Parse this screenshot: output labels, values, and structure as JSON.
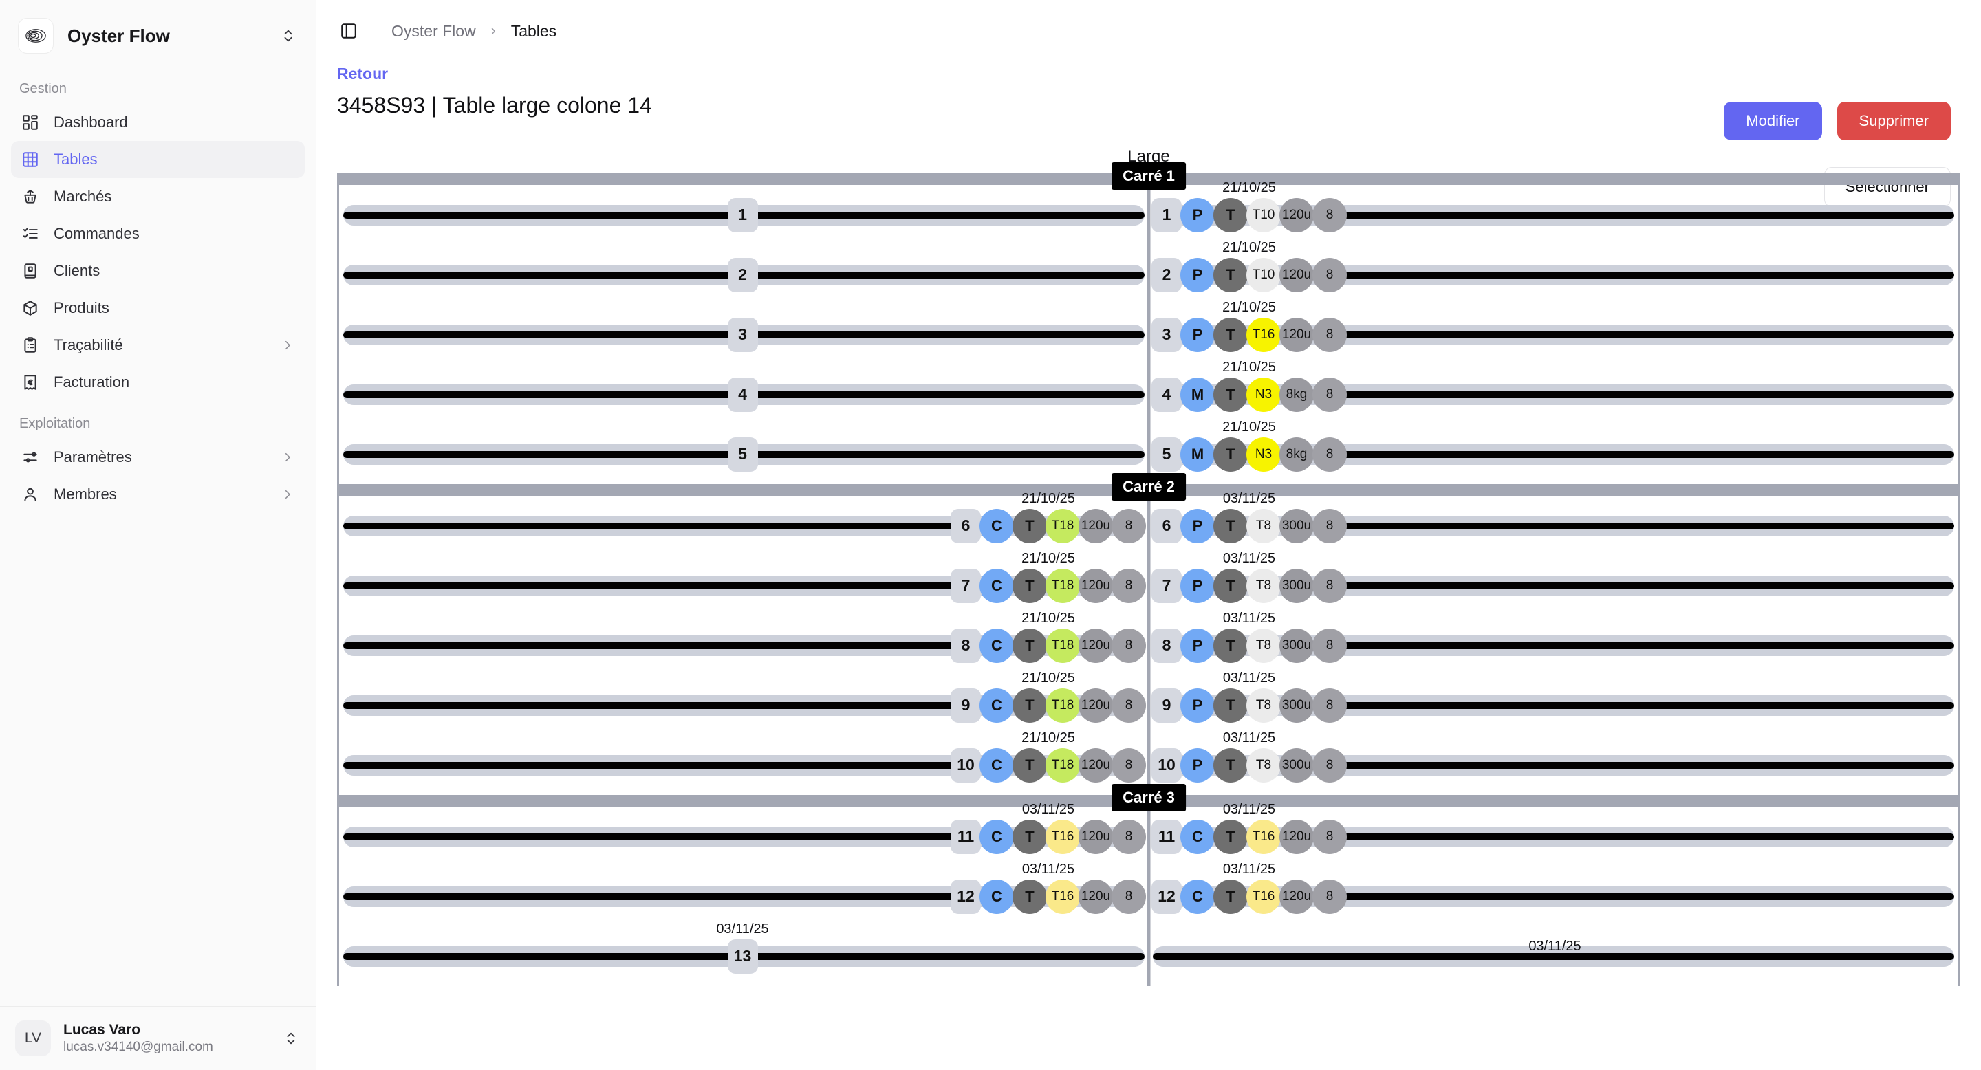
{
  "sidebar": {
    "brand": {
      "name": "Oyster Flow",
      "logo_icon": "oyster-icon",
      "switch_icon": "chevrons-up-down-icon"
    },
    "sections": [
      {
        "label": "Gestion",
        "items": [
          {
            "label": "Dashboard",
            "icon": "dashboard-icon",
            "active": false,
            "caret": false
          },
          {
            "label": "Tables",
            "icon": "table-icon",
            "active": true,
            "caret": false
          },
          {
            "label": "Marchés",
            "icon": "basket-icon",
            "active": false,
            "caret": false
          },
          {
            "label": "Commandes",
            "icon": "list-check-icon",
            "active": false,
            "caret": false
          },
          {
            "label": "Clients",
            "icon": "contact-book-icon",
            "active": false,
            "caret": false
          },
          {
            "label": "Produits",
            "icon": "package-icon",
            "active": false,
            "caret": false
          },
          {
            "label": "Traçabilité",
            "icon": "clipboard-icon",
            "active": false,
            "caret": true
          },
          {
            "label": "Facturation",
            "icon": "receipt-euro-icon",
            "active": false,
            "caret": false
          }
        ]
      },
      {
        "label": "Exploitation",
        "items": [
          {
            "label": "Paramètres",
            "icon": "sliders-icon",
            "active": false,
            "caret": true
          },
          {
            "label": "Membres",
            "icon": "user-icon",
            "active": false,
            "caret": true
          }
        ]
      }
    ],
    "user": {
      "initials": "LV",
      "name": "Lucas Varo",
      "email": "lucas.v34140@gmail.com",
      "menu_icon": "chevrons-up-down-icon"
    }
  },
  "topbar": {
    "panel_toggle_icon": "panel-left-icon",
    "breadcrumb": {
      "root": "Oyster Flow",
      "separator": "›",
      "current": "Tables"
    }
  },
  "header": {
    "back_label": "Retour",
    "title": "3458S93 | Table large colone 14",
    "buttons": {
      "edit": "Modifier",
      "delete": "Supprimer",
      "select": "Sélectionner"
    }
  },
  "plan": {
    "label": "Large",
    "colors": {
      "frame": "#a3a7b3",
      "track": "#ccd0da",
      "bar": "#000000",
      "accent": "#6366f1",
      "danger": "#dd4a48",
      "badge_blue": "#72a9f5",
      "badge_dark": "#6f6f6f",
      "badge_light": "#ebebeb",
      "badge_yellow": "#f7f300",
      "badge_yellow_soft": "#fae98a",
      "badge_green": "#c5ea5f",
      "badge_gray": "#9a9aa0"
    },
    "carres": [
      {
        "label": "Carré 1",
        "rows": [
          {
            "n": "1",
            "left": {
              "pills": []
            },
            "right": {
              "date": "21/10/25",
              "pills": [
                {
                  "t": "1",
                  "k": "sq"
                },
                {
                  "t": "P",
                  "k": "blue"
                },
                {
                  "t": "T",
                  "k": "dark"
                },
                {
                  "t": "T10",
                  "k": "light",
                  "sm": true
                },
                {
                  "t": "120u",
                  "k": "gray",
                  "sm": true
                },
                {
                  "t": "8",
                  "k": "gray2",
                  "sm": true
                }
              ]
            }
          },
          {
            "n": "2",
            "left": {
              "pills": []
            },
            "right": {
              "date": "21/10/25",
              "pills": [
                {
                  "t": "2",
                  "k": "sq"
                },
                {
                  "t": "P",
                  "k": "blue"
                },
                {
                  "t": "T",
                  "k": "dark"
                },
                {
                  "t": "T10",
                  "k": "light",
                  "sm": true
                },
                {
                  "t": "120u",
                  "k": "gray",
                  "sm": true
                },
                {
                  "t": "8",
                  "k": "gray2",
                  "sm": true
                }
              ]
            }
          },
          {
            "n": "3",
            "left": {
              "pills": []
            },
            "right": {
              "date": "21/10/25",
              "pills": [
                {
                  "t": "3",
                  "k": "sq"
                },
                {
                  "t": "P",
                  "k": "blue"
                },
                {
                  "t": "T",
                  "k": "dark"
                },
                {
                  "t": "T16",
                  "k": "yellow",
                  "sm": true
                },
                {
                  "t": "120u",
                  "k": "gray",
                  "sm": true
                },
                {
                  "t": "8",
                  "k": "gray2",
                  "sm": true
                }
              ]
            }
          },
          {
            "n": "4",
            "left": {
              "pills": []
            },
            "right": {
              "date": "21/10/25",
              "pills": [
                {
                  "t": "4",
                  "k": "sq"
                },
                {
                  "t": "M",
                  "k": "blue"
                },
                {
                  "t": "T",
                  "k": "dark"
                },
                {
                  "t": "N3",
                  "k": "yellow",
                  "sm": true
                },
                {
                  "t": "8kg",
                  "k": "gray",
                  "sm": true
                },
                {
                  "t": "8",
                  "k": "gray2",
                  "sm": true
                }
              ]
            }
          },
          {
            "n": "5",
            "left": {
              "pills": []
            },
            "right": {
              "date": "21/10/25",
              "pills": [
                {
                  "t": "5",
                  "k": "sq"
                },
                {
                  "t": "M",
                  "k": "blue"
                },
                {
                  "t": "T",
                  "k": "dark"
                },
                {
                  "t": "N3",
                  "k": "yellow",
                  "sm": true
                },
                {
                  "t": "8kg",
                  "k": "gray",
                  "sm": true
                },
                {
                  "t": "8",
                  "k": "gray2",
                  "sm": true
                }
              ]
            }
          }
        ]
      },
      {
        "label": "Carré 2",
        "rows": [
          {
            "n": "6",
            "left": {
              "date": "21/10/25",
              "pills": [
                {
                  "t": "6",
                  "k": "sq"
                },
                {
                  "t": "C",
                  "k": "blue"
                },
                {
                  "t": "T",
                  "k": "dark"
                },
                {
                  "t": "T18",
                  "k": "green",
                  "sm": true
                },
                {
                  "t": "120u",
                  "k": "gray",
                  "sm": true
                },
                {
                  "t": "8",
                  "k": "gray2",
                  "sm": true
                }
              ]
            },
            "right": {
              "date": "03/11/25",
              "pills": [
                {
                  "t": "6",
                  "k": "sq"
                },
                {
                  "t": "P",
                  "k": "blue"
                },
                {
                  "t": "T",
                  "k": "dark"
                },
                {
                  "t": "T8",
                  "k": "light",
                  "sm": true
                },
                {
                  "t": "300u",
                  "k": "gray",
                  "sm": true
                },
                {
                  "t": "8",
                  "k": "gray2",
                  "sm": true
                }
              ]
            }
          },
          {
            "n": "7",
            "left": {
              "date": "21/10/25",
              "pills": [
                {
                  "t": "7",
                  "k": "sq"
                },
                {
                  "t": "C",
                  "k": "blue"
                },
                {
                  "t": "T",
                  "k": "dark"
                },
                {
                  "t": "T18",
                  "k": "green",
                  "sm": true
                },
                {
                  "t": "120u",
                  "k": "gray",
                  "sm": true
                },
                {
                  "t": "8",
                  "k": "gray2",
                  "sm": true
                }
              ]
            },
            "right": {
              "date": "03/11/25",
              "pills": [
                {
                  "t": "7",
                  "k": "sq"
                },
                {
                  "t": "P",
                  "k": "blue"
                },
                {
                  "t": "T",
                  "k": "dark"
                },
                {
                  "t": "T8",
                  "k": "light",
                  "sm": true
                },
                {
                  "t": "300u",
                  "k": "gray",
                  "sm": true
                },
                {
                  "t": "8",
                  "k": "gray2",
                  "sm": true
                }
              ]
            }
          },
          {
            "n": "8",
            "left": {
              "date": "21/10/25",
              "pills": [
                {
                  "t": "8",
                  "k": "sq"
                },
                {
                  "t": "C",
                  "k": "blue"
                },
                {
                  "t": "T",
                  "k": "dark"
                },
                {
                  "t": "T18",
                  "k": "green",
                  "sm": true
                },
                {
                  "t": "120u",
                  "k": "gray",
                  "sm": true
                },
                {
                  "t": "8",
                  "k": "gray2",
                  "sm": true
                }
              ]
            },
            "right": {
              "date": "03/11/25",
              "pills": [
                {
                  "t": "8",
                  "k": "sq"
                },
                {
                  "t": "P",
                  "k": "blue"
                },
                {
                  "t": "T",
                  "k": "dark"
                },
                {
                  "t": "T8",
                  "k": "light",
                  "sm": true
                },
                {
                  "t": "300u",
                  "k": "gray",
                  "sm": true
                },
                {
                  "t": "8",
                  "k": "gray2",
                  "sm": true
                }
              ]
            }
          },
          {
            "n": "9",
            "left": {
              "date": "21/10/25",
              "pills": [
                {
                  "t": "9",
                  "k": "sq"
                },
                {
                  "t": "C",
                  "k": "blue"
                },
                {
                  "t": "T",
                  "k": "dark"
                },
                {
                  "t": "T18",
                  "k": "green",
                  "sm": true
                },
                {
                  "t": "120u",
                  "k": "gray",
                  "sm": true
                },
                {
                  "t": "8",
                  "k": "gray2",
                  "sm": true
                }
              ]
            },
            "right": {
              "date": "03/11/25",
              "pills": [
                {
                  "t": "9",
                  "k": "sq"
                },
                {
                  "t": "P",
                  "k": "blue"
                },
                {
                  "t": "T",
                  "k": "dark"
                },
                {
                  "t": "T8",
                  "k": "light",
                  "sm": true
                },
                {
                  "t": "300u",
                  "k": "gray",
                  "sm": true
                },
                {
                  "t": "8",
                  "k": "gray2",
                  "sm": true
                }
              ]
            }
          },
          {
            "n": "10",
            "left": {
              "date": "21/10/25",
              "pills": [
                {
                  "t": "10",
                  "k": "sq"
                },
                {
                  "t": "C",
                  "k": "blue"
                },
                {
                  "t": "T",
                  "k": "dark"
                },
                {
                  "t": "T18",
                  "k": "green",
                  "sm": true
                },
                {
                  "t": "120u",
                  "k": "gray",
                  "sm": true
                },
                {
                  "t": "8",
                  "k": "gray2",
                  "sm": true
                }
              ]
            },
            "right": {
              "date": "03/11/25",
              "pills": [
                {
                  "t": "10",
                  "k": "sq"
                },
                {
                  "t": "P",
                  "k": "blue"
                },
                {
                  "t": "T",
                  "k": "dark"
                },
                {
                  "t": "T8",
                  "k": "light",
                  "sm": true
                },
                {
                  "t": "300u",
                  "k": "gray",
                  "sm": true
                },
                {
                  "t": "8",
                  "k": "gray2",
                  "sm": true
                }
              ]
            }
          }
        ]
      },
      {
        "label": "Carré 3",
        "rows": [
          {
            "n": "11",
            "left": {
              "date": "03/11/25",
              "pills": [
                {
                  "t": "11",
                  "k": "sq"
                },
                {
                  "t": "C",
                  "k": "blue"
                },
                {
                  "t": "T",
                  "k": "dark"
                },
                {
                  "t": "T16",
                  "k": "yellowsoft",
                  "sm": true
                },
                {
                  "t": "120u",
                  "k": "gray",
                  "sm": true
                },
                {
                  "t": "8",
                  "k": "gray2",
                  "sm": true
                }
              ]
            },
            "right": {
              "date": "03/11/25",
              "pills": [
                {
                  "t": "11",
                  "k": "sq"
                },
                {
                  "t": "C",
                  "k": "blue"
                },
                {
                  "t": "T",
                  "k": "dark"
                },
                {
                  "t": "T16",
                  "k": "yellowsoft",
                  "sm": true
                },
                {
                  "t": "120u",
                  "k": "gray",
                  "sm": true
                },
                {
                  "t": "8",
                  "k": "gray2",
                  "sm": true
                }
              ]
            }
          },
          {
            "n": "12",
            "left": {
              "date": "03/11/25",
              "pills": [
                {
                  "t": "12",
                  "k": "sq"
                },
                {
                  "t": "C",
                  "k": "blue"
                },
                {
                  "t": "T",
                  "k": "dark"
                },
                {
                  "t": "T16",
                  "k": "yellowsoft",
                  "sm": true
                },
                {
                  "t": "120u",
                  "k": "gray",
                  "sm": true
                },
                {
                  "t": "8",
                  "k": "gray2",
                  "sm": true
                }
              ]
            },
            "right": {
              "date": "03/11/25",
              "pills": [
                {
                  "t": "12",
                  "k": "sq"
                },
                {
                  "t": "C",
                  "k": "blue"
                },
                {
                  "t": "T",
                  "k": "dark"
                },
                {
                  "t": "T16",
                  "k": "yellowsoft",
                  "sm": true
                },
                {
                  "t": "120u",
                  "k": "gray",
                  "sm": true
                },
                {
                  "t": "8",
                  "k": "gray2",
                  "sm": true
                }
              ]
            }
          },
          {
            "n": "13",
            "left": {
              "date": "03/11/25",
              "pills": []
            },
            "right": {
              "date": "03/11/25",
              "pills": []
            }
          }
        ]
      }
    ]
  }
}
